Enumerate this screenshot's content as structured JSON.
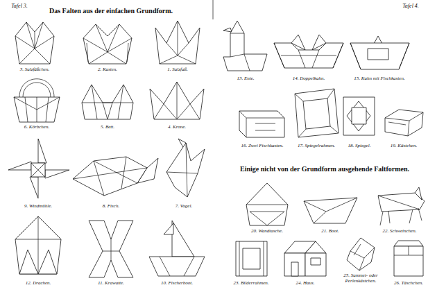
{
  "diagram": {
    "title": "Das Falten aus der einfachen Grundform.",
    "labels": [
      "Tafel 3.",
      "3. Salzfäßchen.",
      "2. Kasten.",
      "1. Salzfaß.",
      "6. Körbchen.",
      "5. Bett.",
      "4. Krone.",
      "9. Windmühle.",
      "8. Fisch.",
      "7. Vogel.",
      "12. Drachen.",
      "11. Krawatte.",
      "10. Fischerboot.",
      "Tafel 4.",
      "13. Ente.",
      "14. Doppelkahn.",
      "15. Kahn mit Fischkasten.",
      "16. Zwei Fischkasten.",
      "17. Spiegelrahmen.",
      "18. Spiegel.",
      "19. Kästchen.",
      "Einige nicht von der Grundform ausgehende Faltformen.",
      "20. Wandtasche.",
      "21. Boot.",
      "22. Schweinchen.",
      "23. Bilderrahmen.",
      "24. Haus.",
      "25. Sammet- oder Perlenkästchen.",
      "26. Täschchen."
    ]
  }
}
